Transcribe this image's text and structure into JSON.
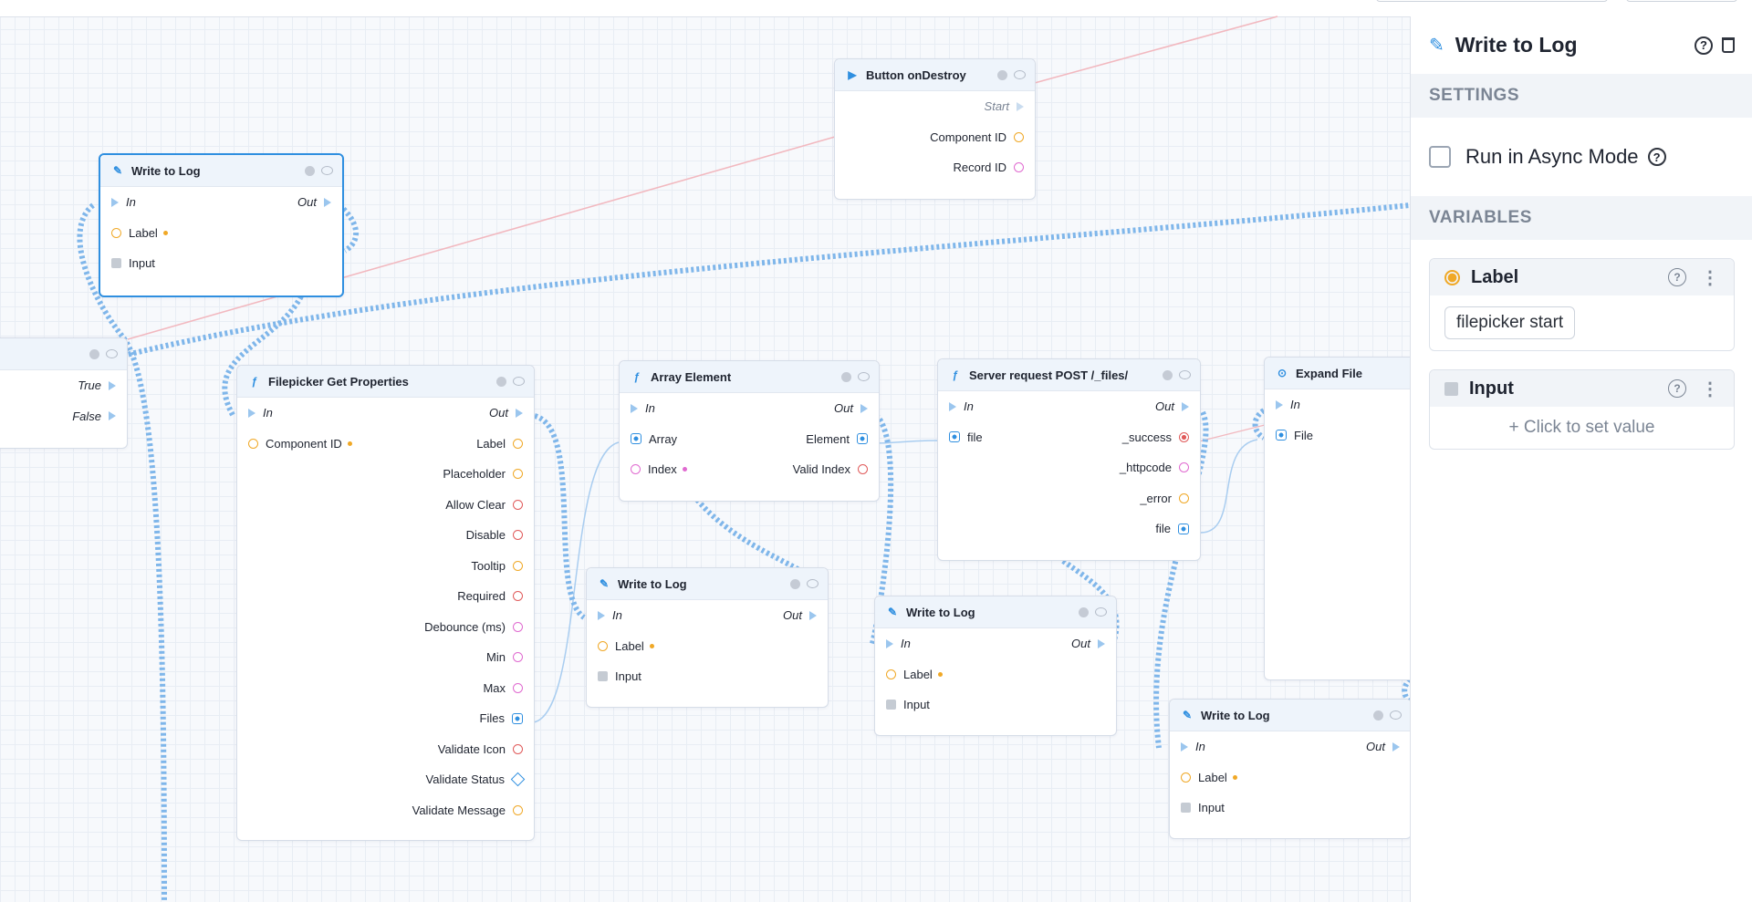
{
  "panel": {
    "title": "Write to Log",
    "settings_header": "SETTINGS",
    "async_label": "Run in Async Mode",
    "async_checked": false,
    "variables_header": "VARIABLES",
    "variables": [
      {
        "name": "Label",
        "value": "filepicker start"
      },
      {
        "name": "Input",
        "action": "+ Click to set value"
      }
    ]
  },
  "nodes": {
    "write_log_selected": {
      "title": "Write to Log",
      "in": "In",
      "out": "Out",
      "label": "Label",
      "input": "Input"
    },
    "button_ondestroy": {
      "title": "Button onDestroy",
      "start": "Start",
      "component_id": "Component ID",
      "record_id": "Record ID"
    },
    "condition": {
      "true": "True",
      "false": "False"
    },
    "filepicker": {
      "title": "Filepicker Get Properties",
      "in": "In",
      "out": "Out",
      "component_id": "Component ID",
      "outputs": [
        "Label",
        "Placeholder",
        "Allow Clear",
        "Disable",
        "Tooltip",
        "Required",
        "Debounce (ms)",
        "Min",
        "Max",
        "Files",
        "Validate Icon",
        "Validate Status",
        "Validate Message"
      ]
    },
    "array_element": {
      "title": "Array Element",
      "in": "In",
      "out": "Out",
      "array": "Array",
      "element": "Element",
      "index": "Index",
      "valid_index": "Valid Index"
    },
    "server_request": {
      "title": "Server request POST /_files/",
      "in": "In",
      "out": "Out",
      "file": "file",
      "success": "_success",
      "httpcode": "_httpcode",
      "error": "_error",
      "file_out": "file"
    },
    "expand_file": {
      "title": "Expand File",
      "in": "In",
      "file": "File"
    },
    "write_log_2": {
      "title": "Write to Log",
      "in": "In",
      "out": "Out",
      "label": "Label",
      "input": "Input"
    },
    "write_log_3": {
      "title": "Write to Log",
      "in": "In",
      "out": "Out",
      "label": "Label",
      "input": "Input"
    },
    "write_log_4": {
      "title": "Write to Log",
      "in": "In",
      "out": "Out",
      "label": "Label",
      "input": "Input"
    }
  }
}
